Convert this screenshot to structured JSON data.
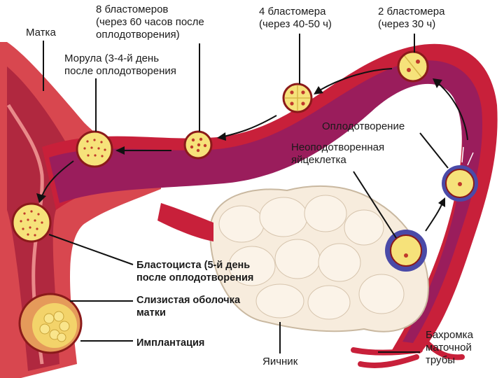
{
  "labels": {
    "uterus": "Матка",
    "eight_blastomeres": "8 бластомеров\n(через 60 часов после\nоплодотворения)",
    "morula": "Морула (3-4-й день\nпосле оплодотворения",
    "four_blastomeres": "4 бластомера\n(через 40-50 ч)",
    "two_blastomeres": "2 бластомера\n(через 30 ч)",
    "fertilization": "Оплодотворение",
    "unfertilized_egg": "Неоподотворенная\nяйцеклетка",
    "blastocyst": "Бластоциста (5-й день\nпосле оплодотворения",
    "mucosa": "Слизистая оболочка\nматки",
    "implantation": "Имплантация",
    "ovary": "Яичник",
    "fimbria": "Бахромка\nматочной\nтрубы"
  },
  "colors": {
    "tube_outer": "#c8203a",
    "tube_inner": "#9a1d5c",
    "uterus_wall": "#d8474f",
    "ovary": "#f7ecdd",
    "cell_fill": "#f6e27a",
    "cell_border": "#8b1a1a",
    "nucleus": "#c0392b",
    "corona": "#4a4aa8"
  },
  "icons": [
    "arrow-left-icon",
    "arrow-up-icon",
    "arrow-down-left-icon"
  ]
}
